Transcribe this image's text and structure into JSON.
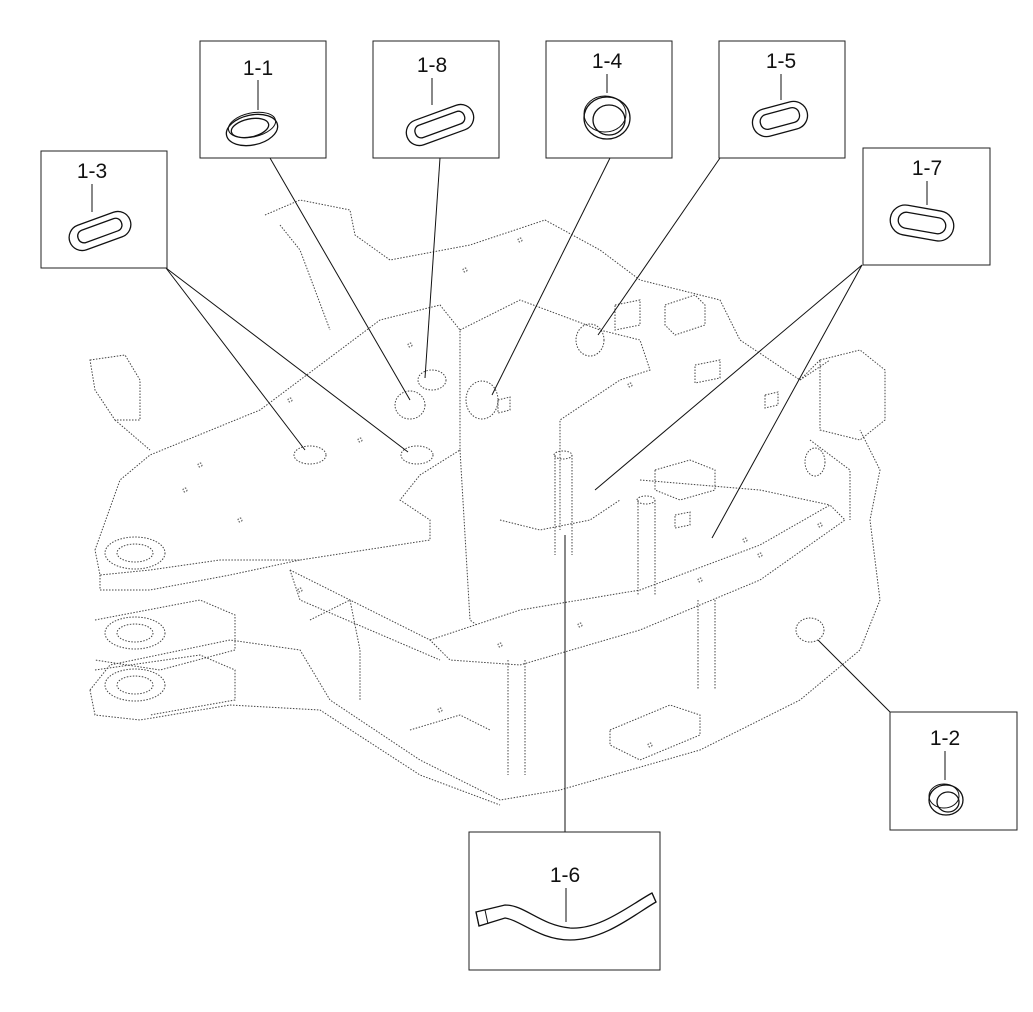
{
  "diagram": {
    "callouts": [
      {
        "id": "c11",
        "label": "1-1",
        "icon": "oval-grommet-icon"
      },
      {
        "id": "c18",
        "label": "1-8",
        "icon": "oval-grommet-icon"
      },
      {
        "id": "c14",
        "label": "1-4",
        "icon": "round-grommet-icon"
      },
      {
        "id": "c15",
        "label": "1-5",
        "icon": "oval-grommet-icon"
      },
      {
        "id": "c13",
        "label": "1-3",
        "icon": "oval-grommet-icon"
      },
      {
        "id": "c17",
        "label": "1-7",
        "icon": "oval-grommet-icon"
      },
      {
        "id": "c12",
        "label": "1-2",
        "icon": "round-grommet-icon"
      },
      {
        "id": "c16",
        "label": "1-6",
        "icon": "edge-trim-strip-icon"
      }
    ]
  }
}
